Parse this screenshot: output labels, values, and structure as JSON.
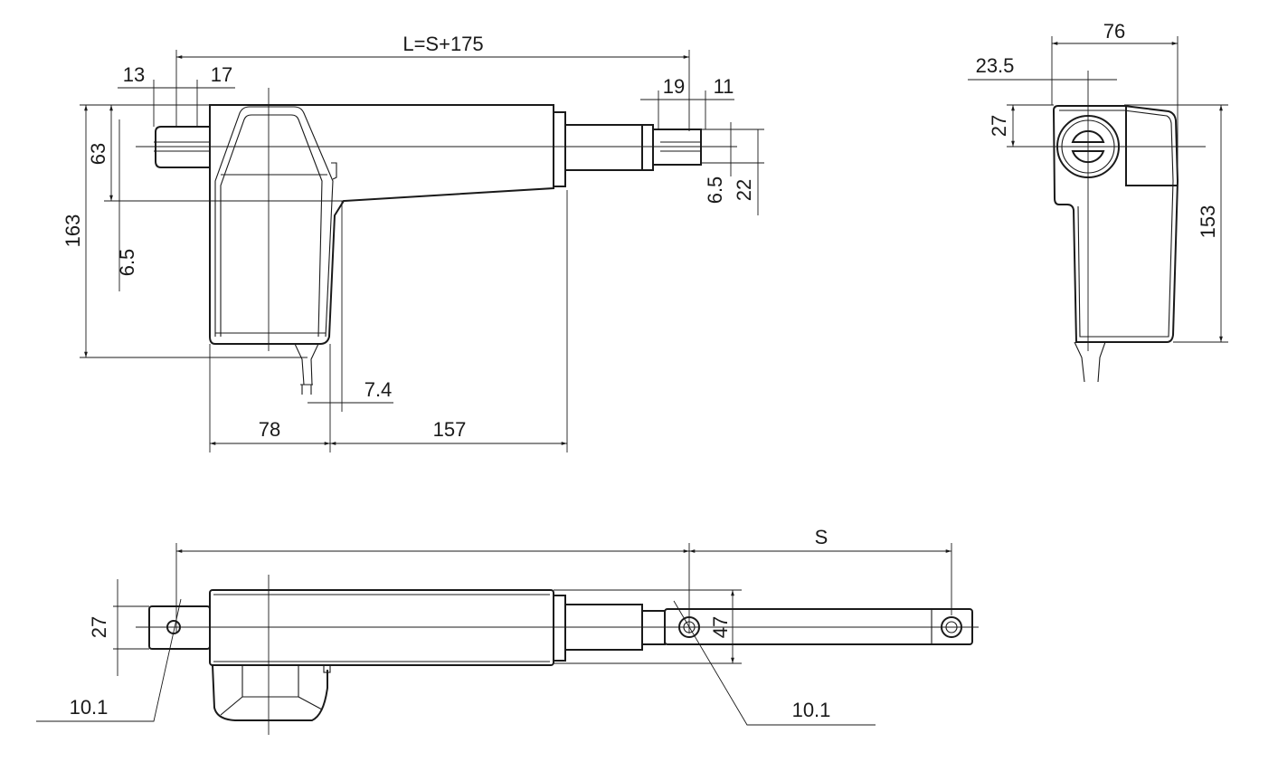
{
  "title": "Linear actuator dimensional drawing",
  "side_view": {
    "length": "L=S+175",
    "rear_clevis_a": "13",
    "rear_clevis_b": "17",
    "rod_end_a": "19",
    "rod_end_b": "11",
    "height_total": "163",
    "height_tube": "63",
    "rear_slot": "6.5",
    "front_slot": "6.5",
    "rod_end_width": "22",
    "offset": "7.4",
    "motor_width": "78",
    "tube_length": "157"
  },
  "front_view": {
    "width": "76",
    "axis_offset": "23.5",
    "axis_height": "27",
    "height": "153"
  },
  "top_view": {
    "stroke": "S",
    "clevis_width": "27",
    "rod_width": "47",
    "rear_hole": "10.1",
    "front_hole": "10.1"
  }
}
